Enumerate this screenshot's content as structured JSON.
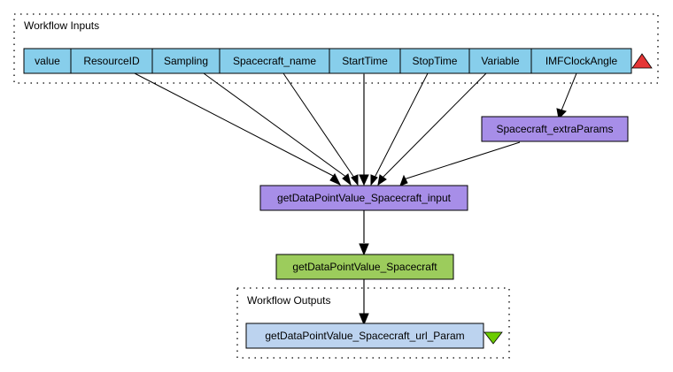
{
  "workflow_inputs": {
    "label": "Workflow Inputs",
    "ports": [
      "value",
      "ResourceID",
      "Sampling",
      "Spacecraft_name",
      "StartTime",
      "StopTime",
      "Variable",
      "IMFClockAngle"
    ],
    "port_color": "#87ceeb",
    "marker": "red-triangle-up",
    "marker_color": "#e53535"
  },
  "processors": {
    "extra_params": {
      "label": "Spacecraft_extraParams",
      "color": "#a78ee8"
    },
    "input": {
      "label": "getDataPointValue_Spacecraft_input",
      "color": "#a78ee8"
    },
    "service": {
      "label": "getDataPointValue_Spacecraft",
      "color": "#9ccc5c"
    }
  },
  "workflow_outputs": {
    "label": "Workflow Outputs",
    "ports": [
      "getDataPointValue_Spacecraft_url_Param"
    ],
    "port_color": "#bcd3ef",
    "marker": "green-triangle-down",
    "marker_color": "#6ccc00"
  },
  "edges": [
    {
      "from": "value",
      "to": "getDataPointValue_Spacecraft_input"
    },
    {
      "from": "ResourceID",
      "to": "getDataPointValue_Spacecraft_input"
    },
    {
      "from": "Sampling",
      "to": "getDataPointValue_Spacecraft_input"
    },
    {
      "from": "Spacecraft_name",
      "to": "getDataPointValue_Spacecraft_input"
    },
    {
      "from": "StartTime",
      "to": "getDataPointValue_Spacecraft_input"
    },
    {
      "from": "StopTime",
      "to": "getDataPointValue_Spacecraft_input"
    },
    {
      "from": "Variable",
      "to": "getDataPointValue_Spacecraft_input"
    },
    {
      "from": "IMFClockAngle",
      "to": "Spacecraft_extraParams"
    },
    {
      "from": "Spacecraft_extraParams",
      "to": "getDataPointValue_Spacecraft_input"
    },
    {
      "from": "getDataPointValue_Spacecraft_input",
      "to": "getDataPointValue_Spacecraft"
    },
    {
      "from": "getDataPointValue_Spacecraft",
      "to": "getDataPointValue_Spacecraft_url_Param"
    }
  ]
}
